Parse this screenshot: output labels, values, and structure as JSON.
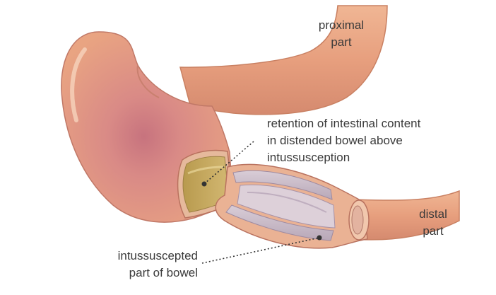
{
  "labels": {
    "proximal": [
      "proximal",
      "part"
    ],
    "distal": [
      "distal",
      "part"
    ],
    "retention": [
      "retention of intestinal content",
      "in distended bowel above",
      "intussusception"
    ],
    "intussuscepted": [
      "intussuscepted",
      "part of bowel"
    ]
  },
  "colors": {
    "bowel": "#e8a583",
    "bowel_dark": "#c97b6a",
    "bowel_light": "#f3c7a8",
    "mucosa": "#c8b9c6",
    "content": "#c9a85d",
    "text": "#3a3a3a"
  }
}
